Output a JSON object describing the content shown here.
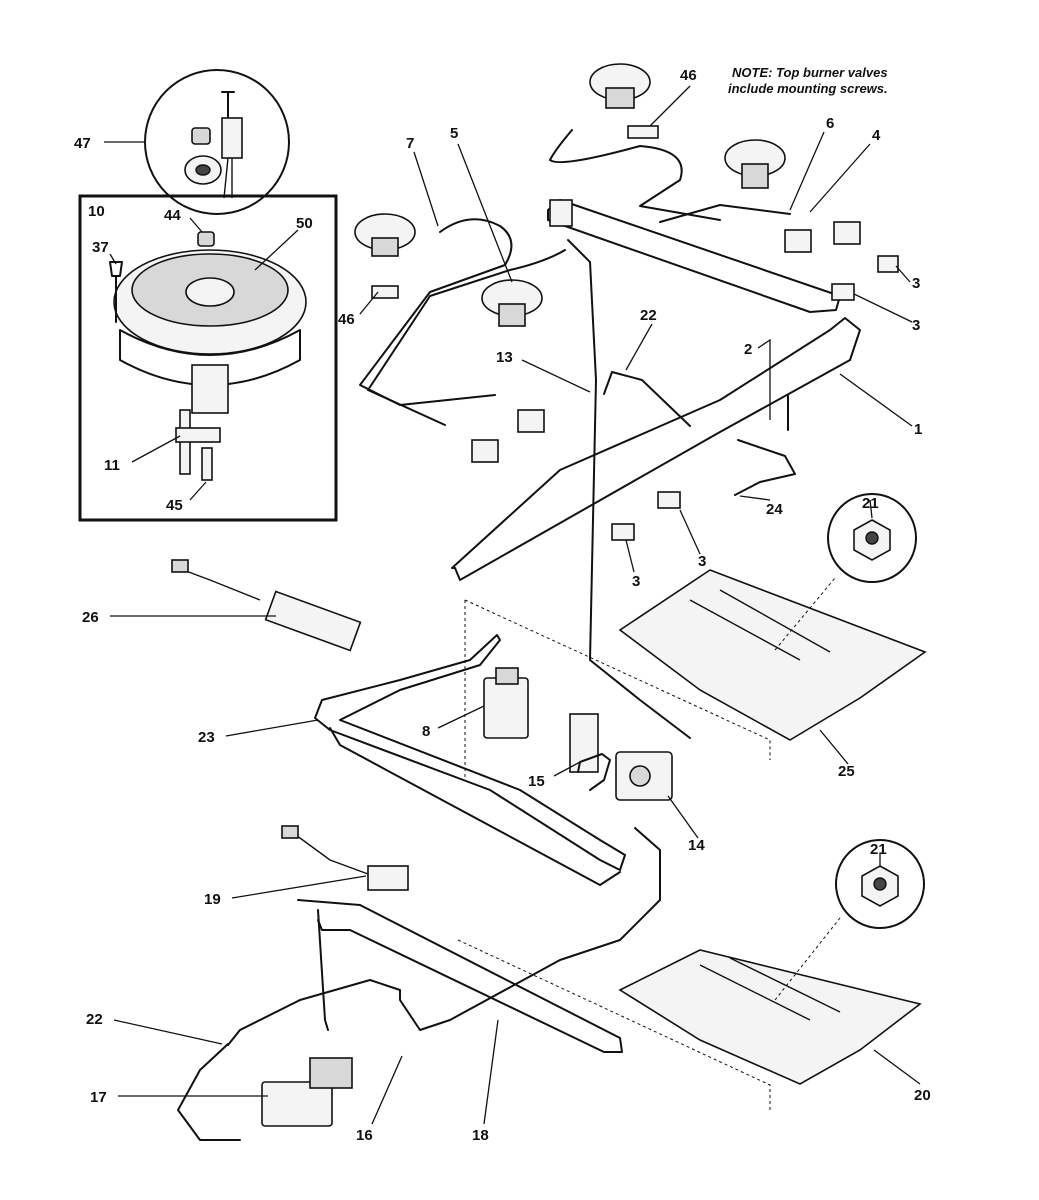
{
  "note": {
    "line1": "NOTE: Top burner valves",
    "line2": "include mounting screws."
  },
  "inset": {
    "label": "10"
  },
  "callouts": [
    {
      "id": "c47",
      "label": "47"
    },
    {
      "id": "c44",
      "label": "44"
    },
    {
      "id": "c50",
      "label": "50"
    },
    {
      "id": "c37",
      "label": "37"
    },
    {
      "id": "c11",
      "label": "11"
    },
    {
      "id": "c45",
      "label": "45"
    },
    {
      "id": "c46a",
      "label": "46"
    },
    {
      "id": "c46b",
      "label": "46"
    },
    {
      "id": "c7",
      "label": "7"
    },
    {
      "id": "c5",
      "label": "5"
    },
    {
      "id": "c6",
      "label": "6"
    },
    {
      "id": "c4",
      "label": "4"
    },
    {
      "id": "c3a",
      "label": "3"
    },
    {
      "id": "c3b",
      "label": "3"
    },
    {
      "id": "c3c",
      "label": "3"
    },
    {
      "id": "c3d",
      "label": "3"
    },
    {
      "id": "c2",
      "label": "2"
    },
    {
      "id": "c1",
      "label": "1"
    },
    {
      "id": "c13",
      "label": "13"
    },
    {
      "id": "c22a",
      "label": "22"
    },
    {
      "id": "c22b",
      "label": "22"
    },
    {
      "id": "c24",
      "label": "24"
    },
    {
      "id": "c21a",
      "label": "21"
    },
    {
      "id": "c21b",
      "label": "21"
    },
    {
      "id": "c26",
      "label": "26"
    },
    {
      "id": "c23",
      "label": "23"
    },
    {
      "id": "c8",
      "label": "8"
    },
    {
      "id": "c15",
      "label": "15"
    },
    {
      "id": "c14",
      "label": "14"
    },
    {
      "id": "c25",
      "label": "25"
    },
    {
      "id": "c19",
      "label": "19"
    },
    {
      "id": "c20",
      "label": "20"
    },
    {
      "id": "c17",
      "label": "17"
    },
    {
      "id": "c16",
      "label": "16"
    },
    {
      "id": "c18",
      "label": "18"
    }
  ]
}
